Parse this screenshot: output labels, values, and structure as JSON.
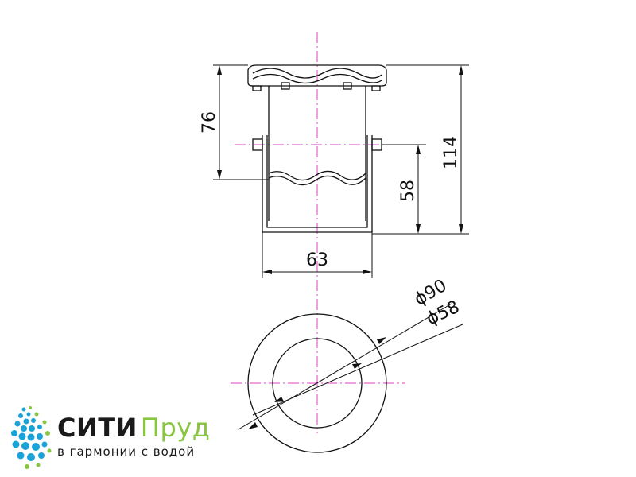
{
  "drawing": {
    "dimensions": {
      "height_left": "76",
      "height_total": "114",
      "height_bracket": "58",
      "width": "63",
      "dia_outer": "ϕ90",
      "dia_inner": "ϕ58"
    }
  },
  "logo": {
    "name_part1": "СИТИ",
    "name_part2": "Пруд",
    "tagline": "в гармонии с водой",
    "colors": {
      "dark": "#1a1a1a",
      "green": "#88c540",
      "blue": "#1aa3d9"
    }
  }
}
